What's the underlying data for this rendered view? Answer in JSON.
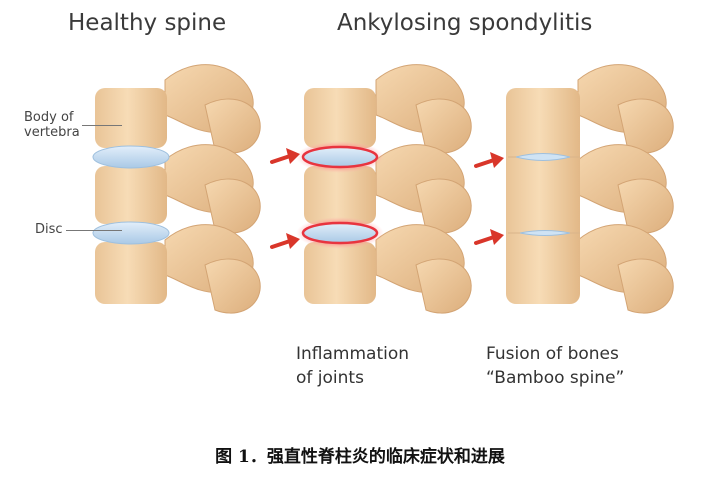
{
  "titles": {
    "healthy": "Healthy spine",
    "disease": "Ankylosing spondylitis"
  },
  "labels": {
    "body_of_vertebra": [
      "Body of",
      "vertebra"
    ],
    "disc": "Disc"
  },
  "captions": {
    "inflammation": [
      "Inflammation",
      "of joints"
    ],
    "fusion": [
      "Fusion of bones",
      "“Bamboo spine”"
    ]
  },
  "figure_caption": "图 1．强直性脊柱炎的临床症状和进展",
  "colors": {
    "bone": "#f3d3a9",
    "bone_shadow": "#dcae7c",
    "disc": "#bcd8ef",
    "inflamed": "#e8343f",
    "arrow": "#d9362a",
    "text": "#3a3a3a"
  }
}
